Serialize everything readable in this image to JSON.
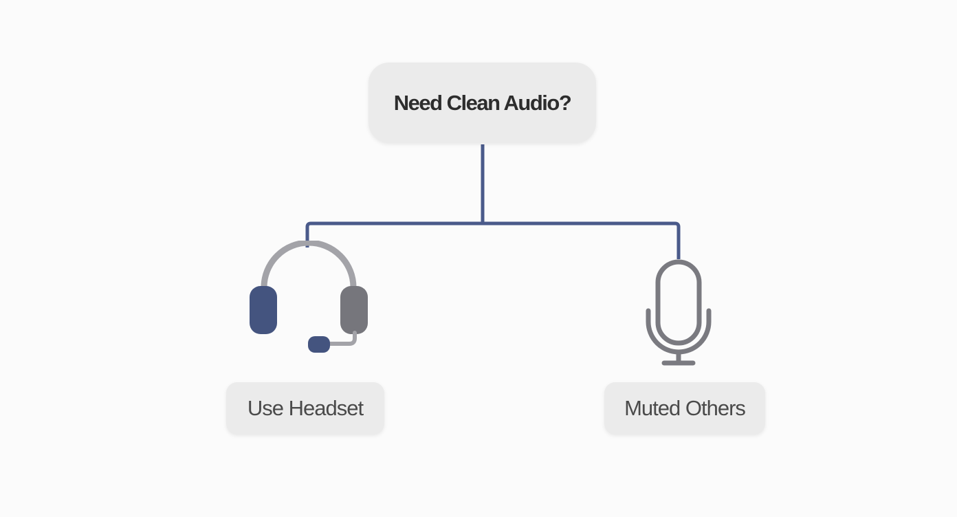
{
  "diagram": {
    "root": {
      "label": "Need Clean Audio?"
    },
    "branches": [
      {
        "label": "Use Headset",
        "icon": "headset-icon"
      },
      {
        "label": "Muted Others",
        "icon": "microphone-icon"
      }
    ]
  },
  "colors": {
    "connector": "#4a5a8a",
    "accent_blue": "#44547f",
    "icon_gray": "#7a7a80",
    "node_bg": "#ebebeb"
  }
}
